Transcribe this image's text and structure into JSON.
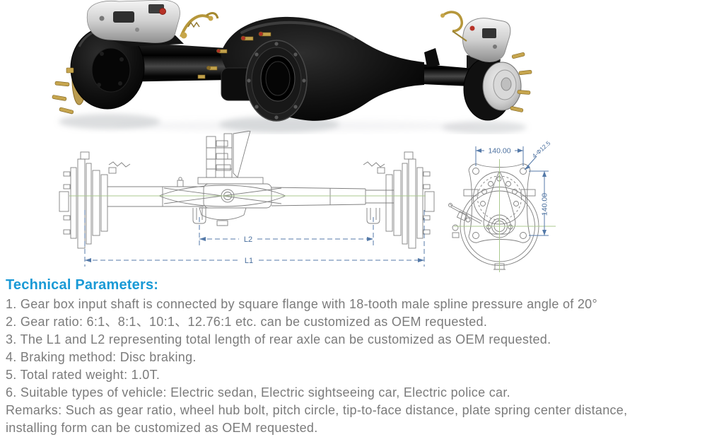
{
  "technical": {
    "heading": "Technical Parameters:",
    "items": [
      "1. Gear box input shaft is connected by square flange with 18-tooth male spline pressure angle of 20°",
      "2. Gear ratio: 6:1、8:1、10:1、12.76:1 etc. can be customized as OEM requested.",
      "3. The L1 and L2 representing total length of rear axle can be customized as OEM requested.",
      "4. Braking method: Disc braking.",
      "5. Total rated weight: 1.0T.",
      "6. Suitable types of vehicle: Electric sedan, Electric sightseeing car, Electric police car."
    ],
    "remarks_line1": "Remarks: Such as gear ratio, wheel hub bolt, pitch circle, tip-to-face distance, plate spring center distance,",
    "remarks_line2": "installing form can be customized as OEM requested."
  },
  "drawings": {
    "side_view": {
      "l1_label": "L1",
      "l2_label": "L2"
    },
    "end_view": {
      "dim_width": "140.00",
      "dim_height": "140.00",
      "hole_callout": "4-Φ12.5"
    }
  },
  "colors": {
    "heading_blue": "#1a9ad6",
    "body_gray": "#7b7b7b",
    "dimension_blue": "#4a6f9e",
    "centerline_green": "#abc98f",
    "drawing_gray": "#808080"
  }
}
